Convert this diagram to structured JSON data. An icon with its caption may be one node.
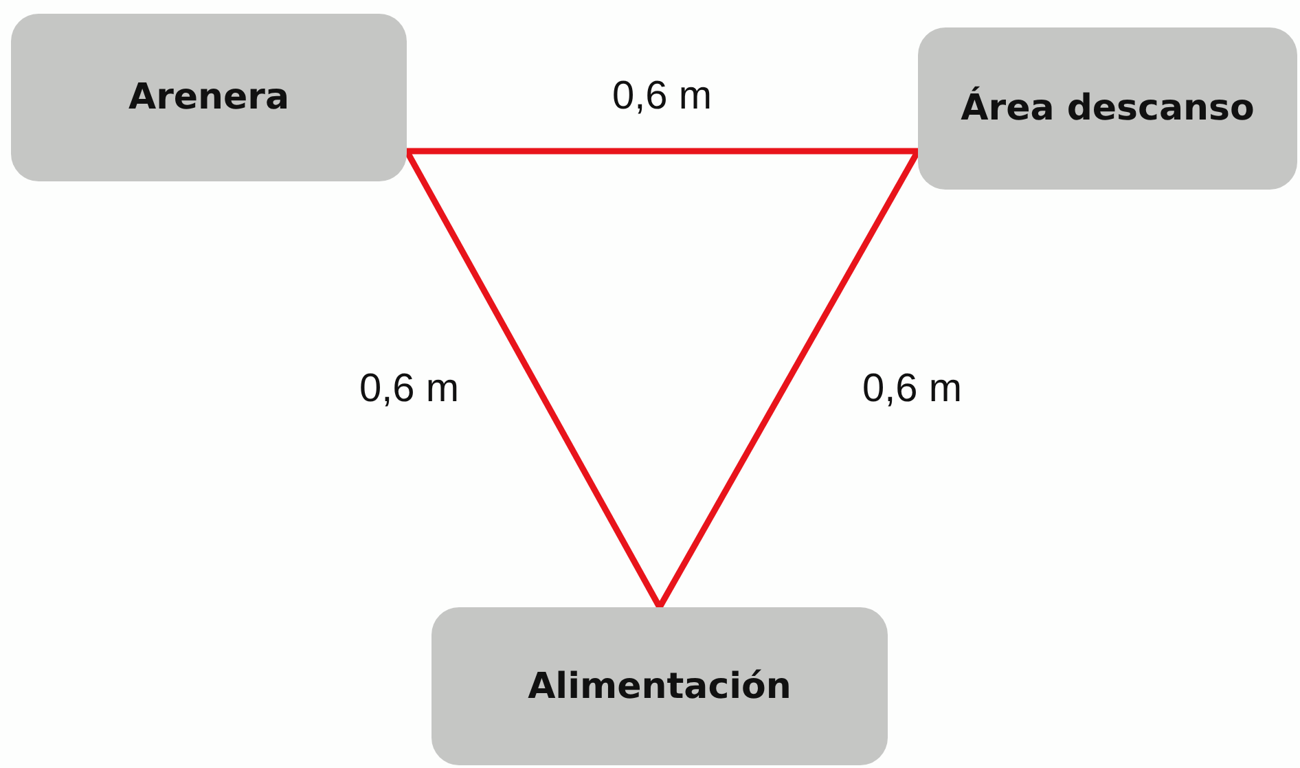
{
  "diagram": {
    "nodes": [
      {
        "text": [
          "Arenera"
        ]
      },
      {
        "text": [
          "Área descanso"
        ]
      },
      {
        "text": [
          "Alimentación"
        ]
      }
    ],
    "edges": [
      {
        "from": 0,
        "to": 1,
        "arrow": "none",
        "label": "0,6 m"
      },
      {
        "from": 2,
        "to": 0,
        "arrow": "none",
        "label": "0,6 m"
      },
      {
        "from": 1,
        "to": 2,
        "arrow": "none",
        "label": "0,6 m"
      }
    ]
  }
}
